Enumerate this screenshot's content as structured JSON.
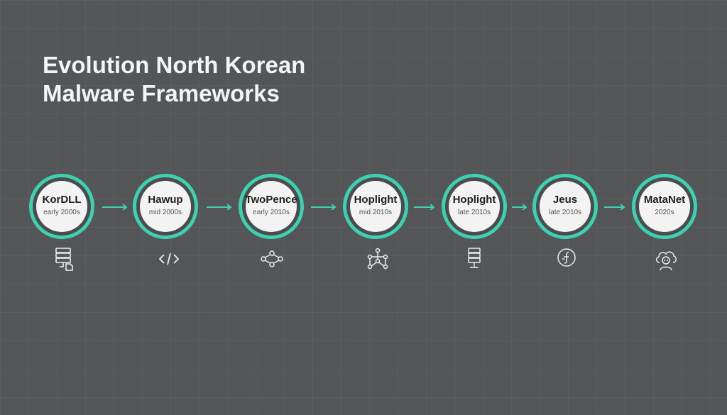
{
  "title_line1": "Evolution North Korean",
  "title_line2": "Malware Frameworks",
  "accent_color": "#3fcfb1",
  "nodes": [
    {
      "name": "KorDLL",
      "era": "early 2000s",
      "icon": "server-document-icon"
    },
    {
      "name": "Hawup",
      "era": "mid 2000s",
      "icon": "code-icon"
    },
    {
      "name": "TwoPence",
      "era": "early 2010s",
      "icon": "network-nodes-icon"
    },
    {
      "name": "Hoplight",
      "era": "mid 2010s",
      "icon": "network-graph-icon"
    },
    {
      "name": "Hoplight",
      "era": "late 2010s",
      "icon": "server-icon"
    },
    {
      "name": "Jeus",
      "era": "late 2010s",
      "icon": "function-icon"
    },
    {
      "name": "MataNet",
      "era": "2020s",
      "icon": "cloud-user-icon"
    }
  ]
}
